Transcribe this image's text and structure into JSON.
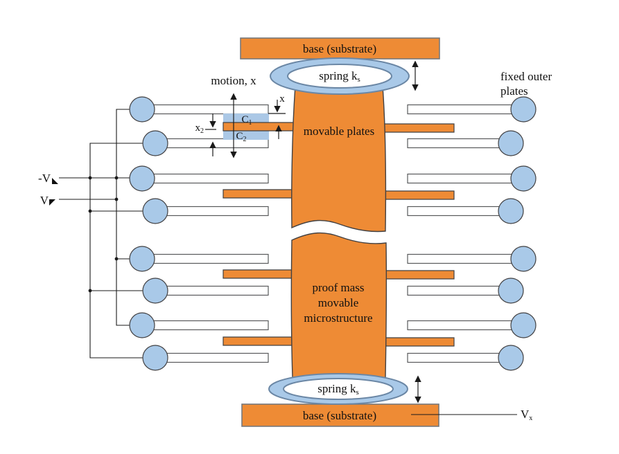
{
  "colors": {
    "orange": "#EE8B35",
    "anchor_blue": "#A9C9E8",
    "cap_blue": "#ABC8E6",
    "spring_ring_stroke": "#6B87A5",
    "outline_dark": "#414042",
    "finger_outline": "#58595B",
    "base_outline": "#77787B",
    "wire": "#1A1A1A",
    "text": "#111111",
    "background": "#FFFFFF"
  },
  "diagram": {
    "top": {
      "base_label": "base (substrate)",
      "spring_label": "spring k",
      "spring_sub": "s"
    },
    "bottom": {
      "base_label": "base (substrate)",
      "spring_label": "spring k",
      "spring_sub": "s",
      "output_base": "V",
      "output_sub": "x"
    },
    "left": {
      "neg_drive": "-V",
      "neg_drive_subscript_icon": "triangle",
      "pos_drive": "V",
      "pos_drive_subscript_icon": "triangle"
    },
    "right": {
      "fixed_line1": "fixed outer",
      "fixed_line2": "plates"
    },
    "center": {
      "movable_plates": "movable plates",
      "proof_mass": [
        "proof mass",
        "movable",
        "microstructure"
      ]
    },
    "detail": {
      "motion_label": "motion, x",
      "gap_x": "x",
      "gap_x2_base": "x",
      "gap_x2_sub": "2",
      "cap1_base": "C",
      "cap1_sub": "1",
      "cap2_base": "C",
      "cap2_sub": "2"
    }
  }
}
